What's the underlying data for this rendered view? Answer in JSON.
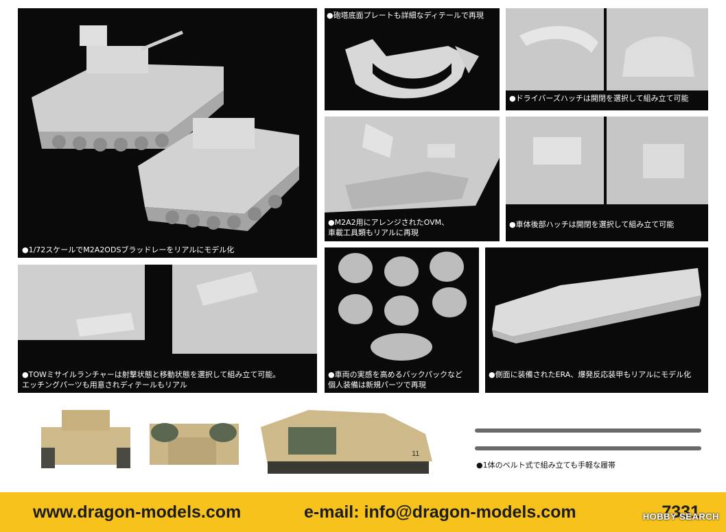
{
  "captions": {
    "main": "●1/72スケールでM2A2ODSブラッドレーをリアルにモデル化",
    "turret_plate": "●砲塔底面プレートも詳細なディテールで再現",
    "driver_hatch": "●ドライバーズハッチは開閉を選択して組み立て可能",
    "ovm_line1": "●M2A2用にアレンジされたOVM、",
    "ovm_line2": "車載工具類もリアルに再現",
    "rear_hatch": "●車体後部ハッチは開閉を選択して組み立て可能",
    "tow_line1": "●TOWミサイルランチャーは射撃状態と移動状態を選択して組み立て可能。",
    "tow_line2": "エッチングパーツも用意されディテールもリアル",
    "backpack_line1": "●車両の実感を高めるバックパックなど",
    "backpack_line2": "個人装備は新規パーツで再現",
    "era": "●側面に装備されたERA、爆発反応装甲もリアルにモデル化",
    "tracks": "●1体のベルト式で組み立ても手軽な履帯"
  },
  "vehicle_marking": "11",
  "footer": {
    "website": "www.dragon-models.com",
    "email": "e-mail: info@dragon-models.com",
    "code": "7331",
    "watermark": "HOBBY SEARCH"
  },
  "colors": {
    "panel": "#0a0a0a",
    "footer": "#f7c21b",
    "model_grey": "#d4d4d4",
    "desert_tan": "#cdb98a"
  }
}
